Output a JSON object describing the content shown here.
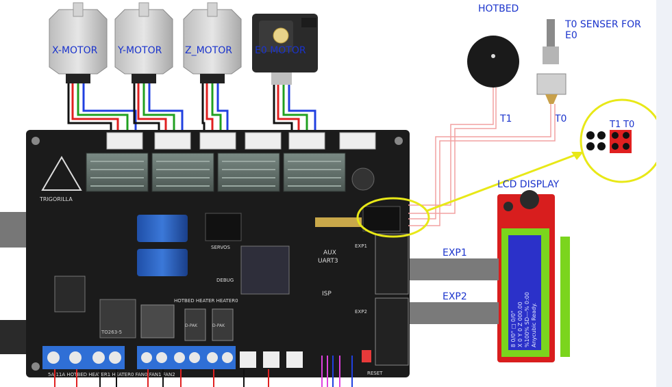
{
  "labels": {
    "x_motor": "X-MOTOR",
    "y_motor": "Y-MOTOR",
    "z_motor": "Z_MOTOR",
    "e0_motor": "E0 MOTOR",
    "hotbed": "HOTBED",
    "t0_sensor_line1": "T0 SENSER FOR",
    "t0_sensor_line2": "E0",
    "t1": "T1",
    "t0": "T0",
    "zoom_t1": "T1",
    "zoom_t0": "T0",
    "lcd_display": "LCD DISPLAY",
    "exp1": "EXP1",
    "exp2": "EXP2"
  },
  "board": {
    "brand": "TRIGORILLA",
    "servos": "SERVOS",
    "aux": "AUX",
    "uart3": "UART3",
    "isp": "ISP",
    "debug": "DEBUG",
    "exp1_silk": "EXP1",
    "exp2_silk": "EXP2",
    "heaters": "HOTBED  HEATER  HEATER0",
    "chip1": "TO263-5",
    "chip2": "D-PAK",
    "chip3": "D-PAK",
    "reset": "RESET",
    "terminals": "5A      11A     HOTBED  HEATER1  HEATER0  FAN0  FAN1  FAN2"
  },
  "lcd": {
    "screen_line1": "8 0/0°  □ 0/0°",
    "screen_line2": "X 0 Y 0  Z 000.00",
    "screen_line3": "%100%  SD---% 0:00",
    "screen_line4": "Anycubic Ready."
  },
  "colors": {
    "board": "#1b1b1b",
    "label_blue": "#1a33cc",
    "highlight": "#e8e817",
    "wire_red": "#e02020",
    "wire_green": "#20a020",
    "wire_blue": "#2040e0",
    "lcd_red": "#d81e1e",
    "lcd_screen": "#2b31c9",
    "lcd_green": "#7bd51d"
  }
}
